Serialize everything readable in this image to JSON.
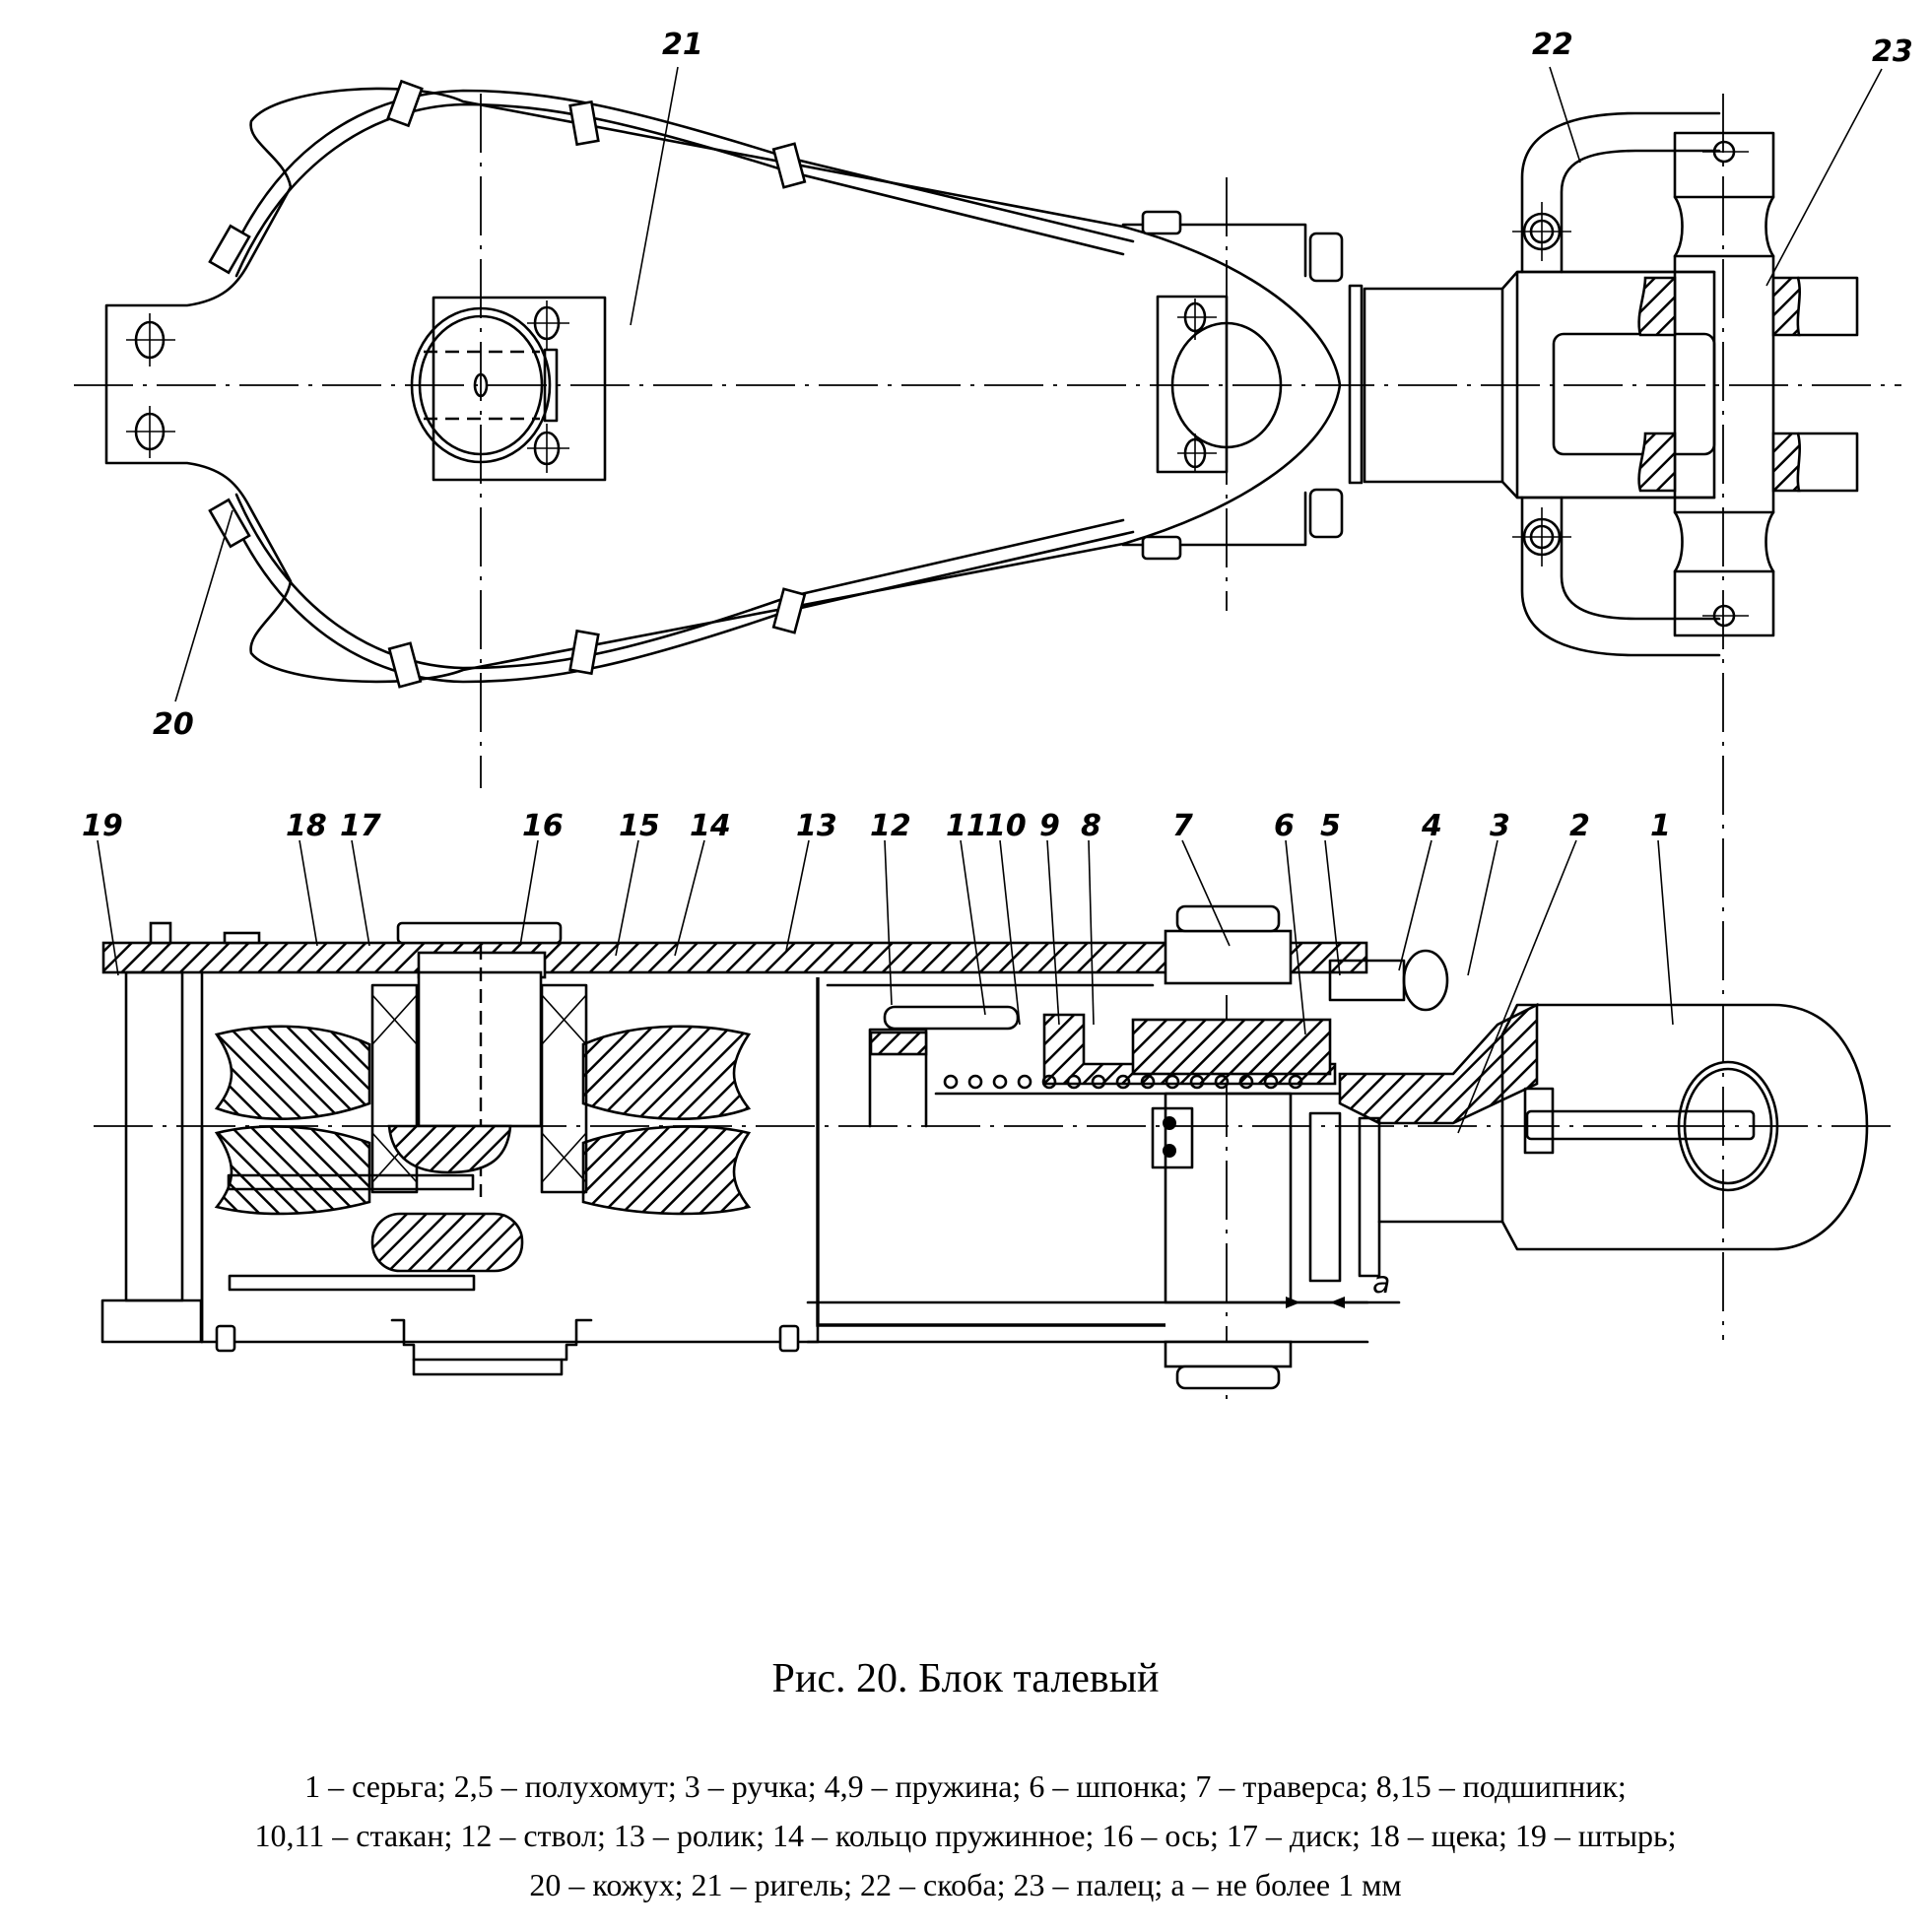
{
  "figure": {
    "title": "Рис. 20. Блок талевый",
    "views": [
      "top-view",
      "side-section-view"
    ]
  },
  "callouts": {
    "top_view": [
      "20",
      "21",
      "22",
      "23"
    ],
    "side_view": [
      "19",
      "18",
      "17",
      "16",
      "15",
      "14",
      "13",
      "12",
      "11",
      "10",
      "9",
      "8",
      "7",
      "6",
      "5",
      "4",
      "3",
      "2",
      "1"
    ],
    "dimension_label": "a"
  },
  "legend": {
    "lines": [
      "1 – серьга; 2,5 – полухомут; 3 – ручка; 4,9 – пружина; 6 – шпонка; 7 – траверса; 8,15 – подшипник;",
      "10,11 – стакан; 12 – ствол; 13 – ролик; 14 – кольцо пружинное; 16 – ось; 17 – диск; 18 – щека; 19 – штырь;",
      "20 – кожух; 21 – ригель; 22 – скоба; 23 – палец; а – не более 1 мм"
    ],
    "items": [
      {
        "num": "1",
        "name": "серьга"
      },
      {
        "num": "2,5",
        "name": "полухомут"
      },
      {
        "num": "3",
        "name": "ручка"
      },
      {
        "num": "4,9",
        "name": "пружина"
      },
      {
        "num": "6",
        "name": "шпонка"
      },
      {
        "num": "7",
        "name": "траверса"
      },
      {
        "num": "8,15",
        "name": "подшипник"
      },
      {
        "num": "10,11",
        "name": "стакан"
      },
      {
        "num": "12",
        "name": "ствол"
      },
      {
        "num": "13",
        "name": "ролик"
      },
      {
        "num": "14",
        "name": "кольцо пружинное"
      },
      {
        "num": "16",
        "name": "ось"
      },
      {
        "num": "17",
        "name": "диск"
      },
      {
        "num": "18",
        "name": "щека"
      },
      {
        "num": "19",
        "name": "штырь"
      },
      {
        "num": "20",
        "name": "кожух"
      },
      {
        "num": "21",
        "name": "ригель"
      },
      {
        "num": "22",
        "name": "скоба"
      },
      {
        "num": "23",
        "name": "палец"
      },
      {
        "num": "а",
        "name": "не более 1 мм"
      }
    ]
  }
}
